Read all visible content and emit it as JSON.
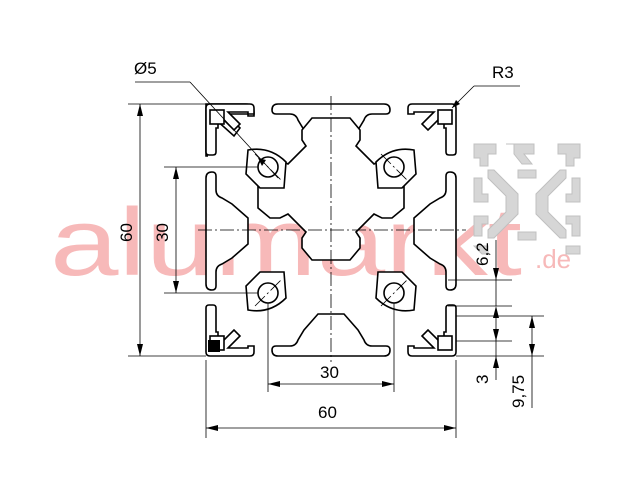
{
  "watermark": {
    "main": "alumarkt",
    "suffix": ".de",
    "color": "#f7b9b9"
  },
  "dimensions": {
    "hole_diameter": "Ø5",
    "corner_radius": "R3",
    "height_total": "60",
    "height_inner": "30",
    "width_total": "60",
    "width_inner": "30",
    "slot_depth": "6,2",
    "wall_thickness": "3",
    "slot_offset": "9,75"
  },
  "colors": {
    "line": "#000000",
    "background": "#ffffff",
    "thumbnail": "#d6d6d6"
  },
  "icons": {
    "thumbnail": "profile-thumbnail-icon"
  }
}
